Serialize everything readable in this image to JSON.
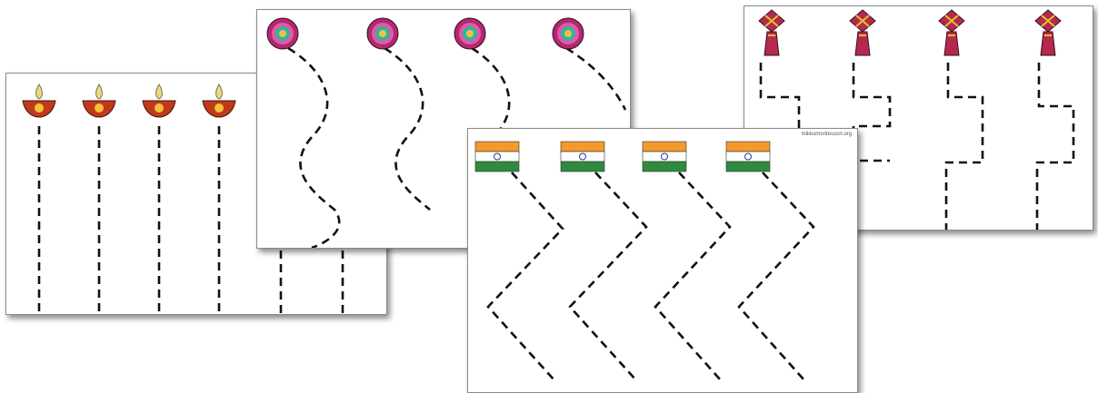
{
  "watermark": "mikkumontessori.org",
  "colors": {
    "trace_line": "#111111",
    "diya_body": "#c0391b",
    "diya_flame": "#e8d88a",
    "rangoli_outer": "#b0296e",
    "rangoli_inner": "#2fb3a9",
    "kite_body": "#b32a4e",
    "kite_accent": "#e6c229",
    "flag_saffron": "#f39a2b",
    "flag_white": "#ffffff",
    "flag_green": "#2e8b3e",
    "chakra_blue": "#1f3f8f"
  },
  "worksheets": [
    {
      "id": "diya",
      "icon": "diya-lamp-icon",
      "pattern": "vertical-lines",
      "icon_count": 4,
      "lines": 6
    },
    {
      "id": "rangoli",
      "icon": "rangoli-flower-icon",
      "pattern": "wavy-lines",
      "icon_count": 4
    },
    {
      "id": "kite",
      "icon": "kite-icon",
      "pattern": "step-lines",
      "icon_count": 4
    },
    {
      "id": "flag",
      "icon": "indian-flag-icon",
      "pattern": "zigzag-lines",
      "icon_count": 4
    }
  ]
}
